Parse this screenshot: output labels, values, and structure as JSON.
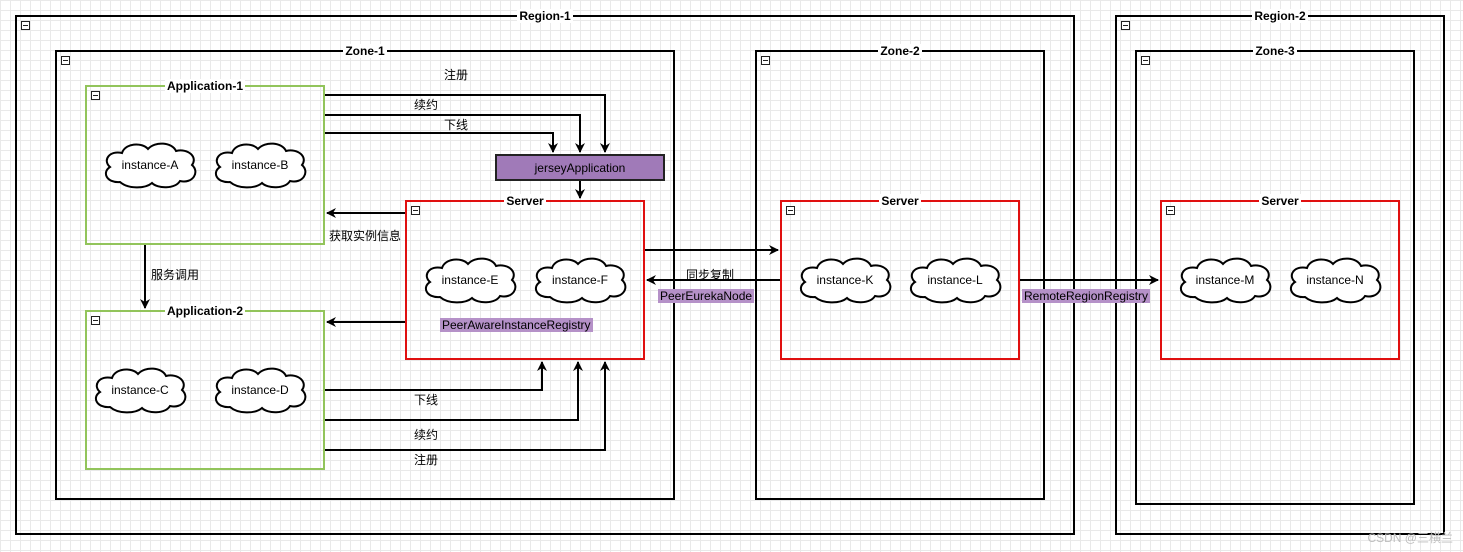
{
  "regions": {
    "region1": "Region-1",
    "region2": "Region-2"
  },
  "zones": {
    "zone1": "Zone-1",
    "zone2": "Zone-2",
    "zone3": "Zone-3"
  },
  "applications": {
    "app1": "Application-1",
    "app2": "Application-2"
  },
  "servers": {
    "server1": "Server",
    "server2": "Server",
    "server3": "Server"
  },
  "instances": {
    "a": "instance-A",
    "b": "instance-B",
    "c": "instance-C",
    "d": "instance-D",
    "e": "instance-E",
    "f": "instance-F",
    "k": "instance-K",
    "l": "instance-L",
    "m": "instance-M",
    "n": "instance-N"
  },
  "components": {
    "jersey": "jerseyApplication",
    "peer_aware_registry": "PeerAwareInstanceRegistry",
    "peer_eureka_node": "PeerEurekaNode",
    "remote_region_registry": "RemoteRegionRegistry"
  },
  "edge_labels": {
    "register_top": "注册",
    "renew_top": "续约",
    "cancel_top": "下线",
    "fetch_info": "获取实例信息",
    "service_call": "服务调用",
    "sync_replicate": "同步复制",
    "cancel_bottom": "下线",
    "renew_bottom": "续约",
    "register_bottom": "注册"
  },
  "colors": {
    "green_border": "#92c45b",
    "red_border": "#e01010",
    "purple_fill": "#a07ab8",
    "tag_fill": "#b591c8"
  },
  "watermark": "CSDN @三横兰"
}
